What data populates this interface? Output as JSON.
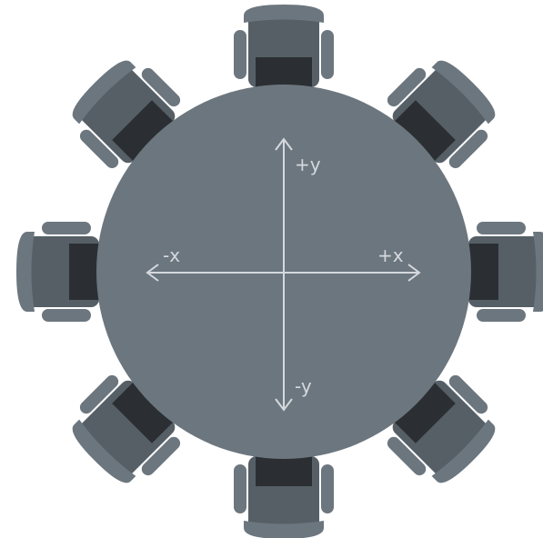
{
  "colors": {
    "background": "#ffffff",
    "table": "#6c767e",
    "chair_back": "#6c767e",
    "chair_arm": "#6c767e",
    "chair_base": "#565f66",
    "chair_seat": "#2b2f33",
    "axis": "#d5d9dd"
  },
  "axis_labels": {
    "pos_y": "+y",
    "neg_y": "-y",
    "pos_x": "+x",
    "neg_x": "-x"
  },
  "chairs": [
    {
      "name": "chair-top",
      "angle": 0
    },
    {
      "name": "chair-top-right",
      "angle": 45
    },
    {
      "name": "chair-right",
      "angle": 90
    },
    {
      "name": "chair-bottom-right",
      "angle": 135
    },
    {
      "name": "chair-bottom",
      "angle": 180
    },
    {
      "name": "chair-bottom-left",
      "angle": 225
    },
    {
      "name": "chair-left",
      "angle": 270
    },
    {
      "name": "chair-top-left",
      "angle": 315
    }
  ]
}
